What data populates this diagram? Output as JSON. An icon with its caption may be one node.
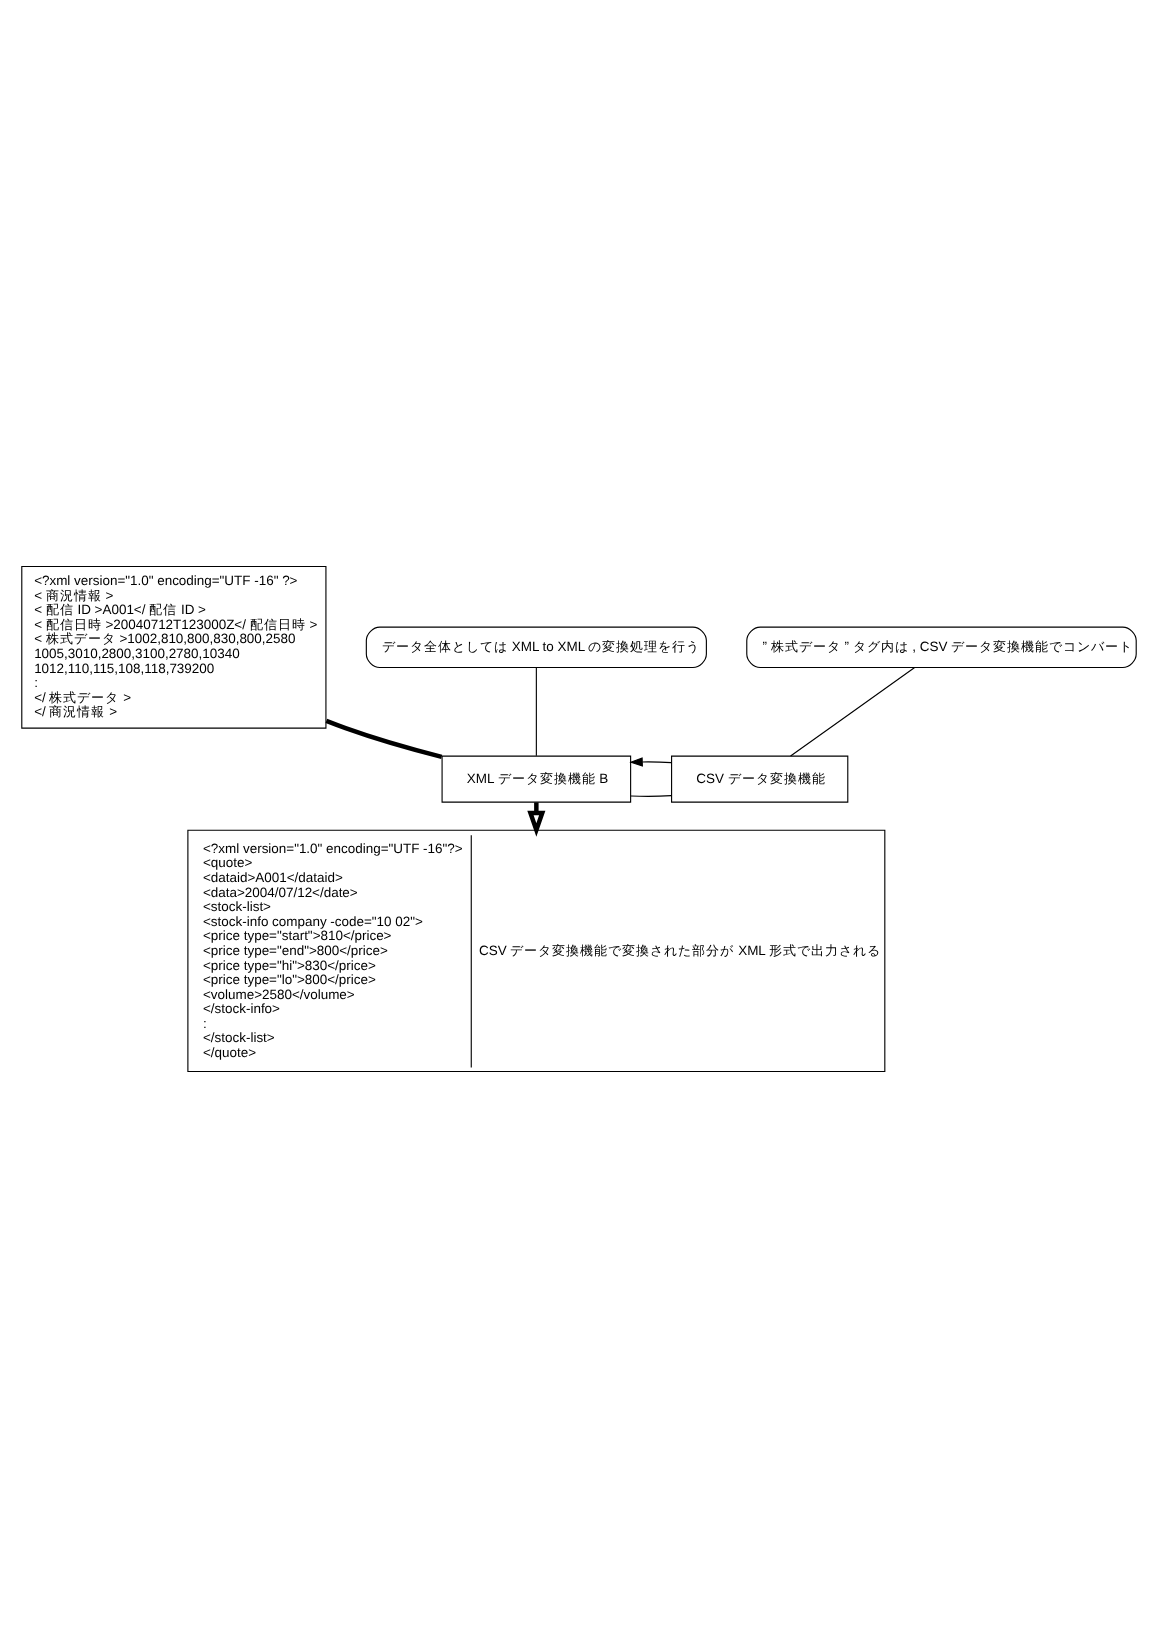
{
  "diagram": {
    "nodes": [
      {
        "text": [
          "<?xml version=\"1.0\" encoding=\"UTF -16\" ?>",
          "< 商況情報 >",
          "< 配信 ID >A001</ 配信 ID >",
          "< 配信日時 >20040712T123000Z</ 配信日時 >",
          "< 株式データ >1002,810,800,830,800,2580",
          "1005,3010,2800,3100,2780,10340",
          "1012,110,115,108,118,739200",
          ":",
          "</ 株式データ >",
          "</ 商況情報 >"
        ]
      },
      {
        "text": [
          "データ全体としては XML to XML の変換処理を行う"
        ]
      },
      {
        "text": [
          "XML データ変換機能 B"
        ]
      },
      {
        "text": [
          "CSV データ変換機能"
        ]
      },
      {
        "text": [
          "” 株式データ ” タグ内は , CSV データ変換機能でコンバート"
        ]
      },
      {
        "text": [
          "<?xml version=\"1.0\" encoding=\"UTF -16\"?>",
          "<quote>",
          "<dataid>A001</dataid>",
          "<data>2004/07/12</date>",
          "<stock-list>",
          "<stock-info company -code=\"10 02\">",
          "<price type=\"start\">810</price>",
          "<price type=\"end\">800</price>",
          "<price type=\"hi\">830</price>",
          "<price type=\"lo\">800</price>",
          "<volume>2580</volume>",
          "</stock-info>",
          ":",
          "</stock-list>",
          "</quote>",
          "CSV データ変換機能で変換された部分が XML 形式で出力される"
        ]
      }
    ],
    "edges": [
      {
        "from": 0,
        "to": 2,
        "arrow": "none",
        "style": "thick"
      },
      {
        "from": 2,
        "to": 5,
        "arrow": "to",
        "style": "thick"
      },
      {
        "from": 2,
        "to": 3,
        "arrow": "none"
      },
      {
        "from": 3,
        "to": 2,
        "arrow": "to"
      },
      {
        "from": 1,
        "to": 2,
        "arrow": "none"
      },
      {
        "from": 4,
        "to": 3,
        "arrow": "none"
      }
    ]
  }
}
